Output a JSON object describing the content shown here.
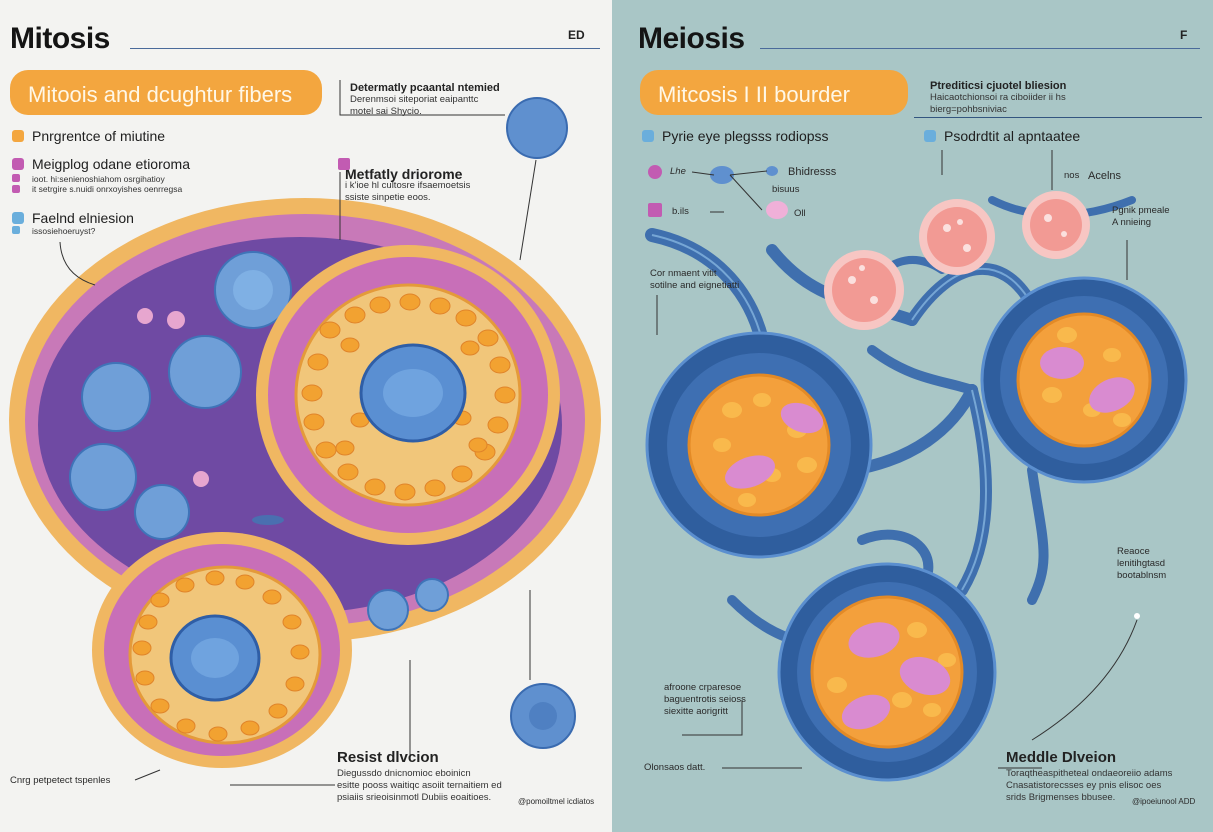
{
  "left": {
    "title": "Mitosis",
    "code": "ED",
    "banner": "Mitoois and dcughtur fibers",
    "note_top": {
      "heading": "Determatly pcaantal ntemied",
      "text": "Derenmsoi siteporiat eaipanttc\nmotel sai Shycio."
    },
    "legend": [
      {
        "label": "Pnrgrentce of miutine",
        "color": "#f3a63f",
        "sub": ""
      },
      {
        "label": "Meigplog odane etioroma",
        "color": "#c25bb2",
        "sub": "ioot. hi:senienoshiahom osrgihatioy\nit setrgire s.nuidi onrxoyishes oenrregsa"
      },
      {
        "label": "Faelnd elniesion",
        "color": "#6aaedc",
        "sub": "issosiehoeruyst?"
      }
    ],
    "mid_label": {
      "heading": "Metfatly driorome",
      "text": "i k'ioe hl cultosre ifsaemoetsis\nssiste sinpetie eoos."
    },
    "result": {
      "heading": "Resist dlvcion",
      "text": "Diegussdo dnicnomioc eboinicn\nesitte pooss waitiqc asoiit ternaitiem ed\npsiaiis srieoisinmotl Dubiis eoaitioes."
    },
    "bottom_left": "Cnrg petpetect tspenles",
    "footer": "@pomoiltmel icdiatos"
  },
  "right": {
    "title": "Meiosis",
    "code": "F",
    "banner": "Mitcosis I II bourder",
    "note_top": {
      "heading": "Ptrediticsi cjuotel bliesion",
      "text": "Haicaotchionsoi ra ciboiider ii hs\nbierg=pohbsniviac"
    },
    "legend": [
      {
        "label": "Pyrie eye plegsss rodiopss",
        "color": "#6aaedc"
      },
      {
        "label": "Psodrdtit al apntaatee",
        "color": "#6aaedc"
      }
    ],
    "small_labels": {
      "b1": "Bhidresss",
      "b2": "bisuus",
      "b3": "Oll",
      "l1": "Lhe",
      "l2": "b.ils",
      "acens": "Acelns",
      "nos": "nos",
      "pgnik": "Pgnik pmeale\nA nnieing",
      "cor": "Cor nmaent vitit\nsotilne and eignetiatti",
      "reaoce": "Reaoce\nlenitihgtasd\nbootablnsm",
      "afoore": "afroone crparesoe\nbaguentrotis seioss\nsiexitte aorigritt"
    },
    "meddle": {
      "heading": "Meddle Dlveion",
      "text": "Toraqtheaspitheteal ondaeoreiio adams\nCnasatistorecsses ey pnis elisoc oes\nsrids Brigmenses bbusee."
    },
    "bottom_left": "Olonsaos datt.",
    "footer": "@ipoeiunool ADD"
  }
}
